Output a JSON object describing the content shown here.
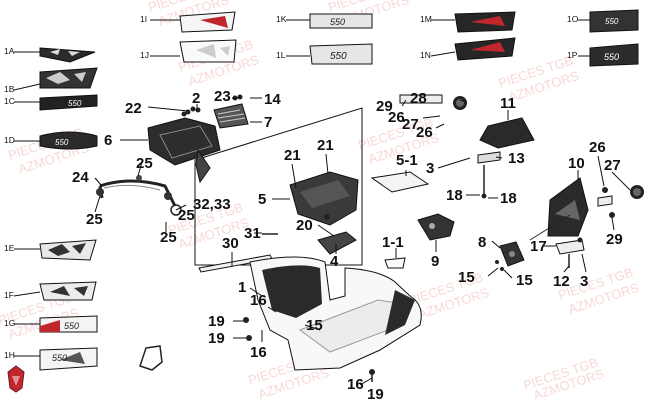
{
  "watermark": {
    "line1": "PIECES TGB",
    "line2": "AZMOTORS"
  },
  "decal_labels": {
    "d1A": "1A",
    "d1B": "1B",
    "d1C": "1C",
    "d1D": "1D",
    "d1E": "1E",
    "d1F": "1F",
    "d1G": "1G",
    "d1H": "1H",
    "d1I": "1I",
    "d1J": "1J",
    "d1K": "1K",
    "d1L": "1L",
    "d1M": "1M",
    "d1N": "1N",
    "d1O": "1O",
    "d1P": "1P"
  },
  "callouts": {
    "c22": "22",
    "c2": "2",
    "c23": "23",
    "c14": "14",
    "c7": "7",
    "c6": "6",
    "c25a": "25",
    "c24": "24",
    "c25b": "25",
    "c25c": "25",
    "c3233": "32,33",
    "c25d": "25",
    "c30": "30",
    "c31": "31",
    "c5": "5",
    "c21a": "21",
    "c21b": "21",
    "c20": "20",
    "c4": "4",
    "c1": "1",
    "c16a": "16",
    "c19a": "19",
    "c19b": "19",
    "c16b": "16",
    "c15": "15",
    "c16c": "16",
    "c19c": "19",
    "c28": "28",
    "c29a": "29",
    "c26a": "26",
    "c27a": "27",
    "c26b": "26",
    "c11": "11",
    "c51": "5-1",
    "c3a": "3",
    "c13": "13",
    "c18a": "18",
    "c18b": "18",
    "c11b": "1-1",
    "c9": "9",
    "c10": "10",
    "c26c": "26",
    "c27b": "27",
    "c29b": "29",
    "c8": "8",
    "c17": "17",
    "c15b": "15",
    "c15c": "15",
    "c12": "12",
    "c3b": "3"
  },
  "decal_text": {
    "model": "550"
  },
  "colors": {
    "watermark": "#f2b9b4",
    "brand_red": "#c0272d"
  }
}
